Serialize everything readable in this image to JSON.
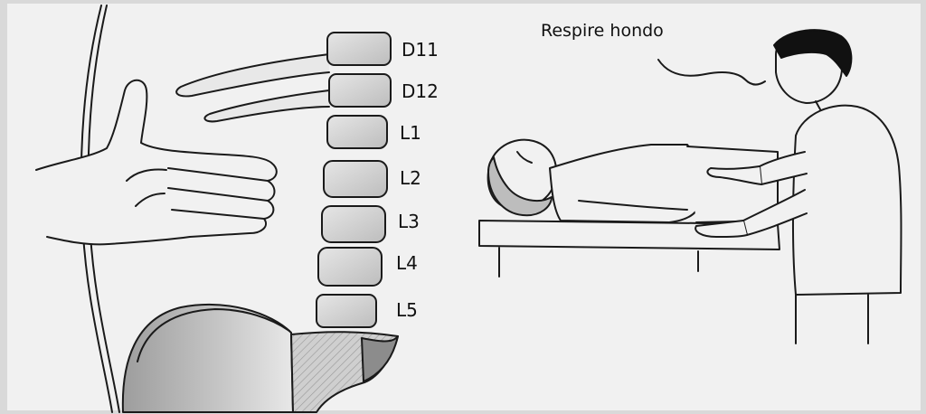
{
  "speech": "Respire hondo",
  "vertebra_labels": [
    "D11",
    "D12",
    "L1",
    "L2",
    "L3",
    "L4",
    "L5"
  ],
  "colors": {
    "paper": "#f2f2f2",
    "ink": "#1a1a1a",
    "bone_fill": "#dcdcdc",
    "pelvis_fill": "#bfbfbf",
    "hair": "#111111"
  }
}
